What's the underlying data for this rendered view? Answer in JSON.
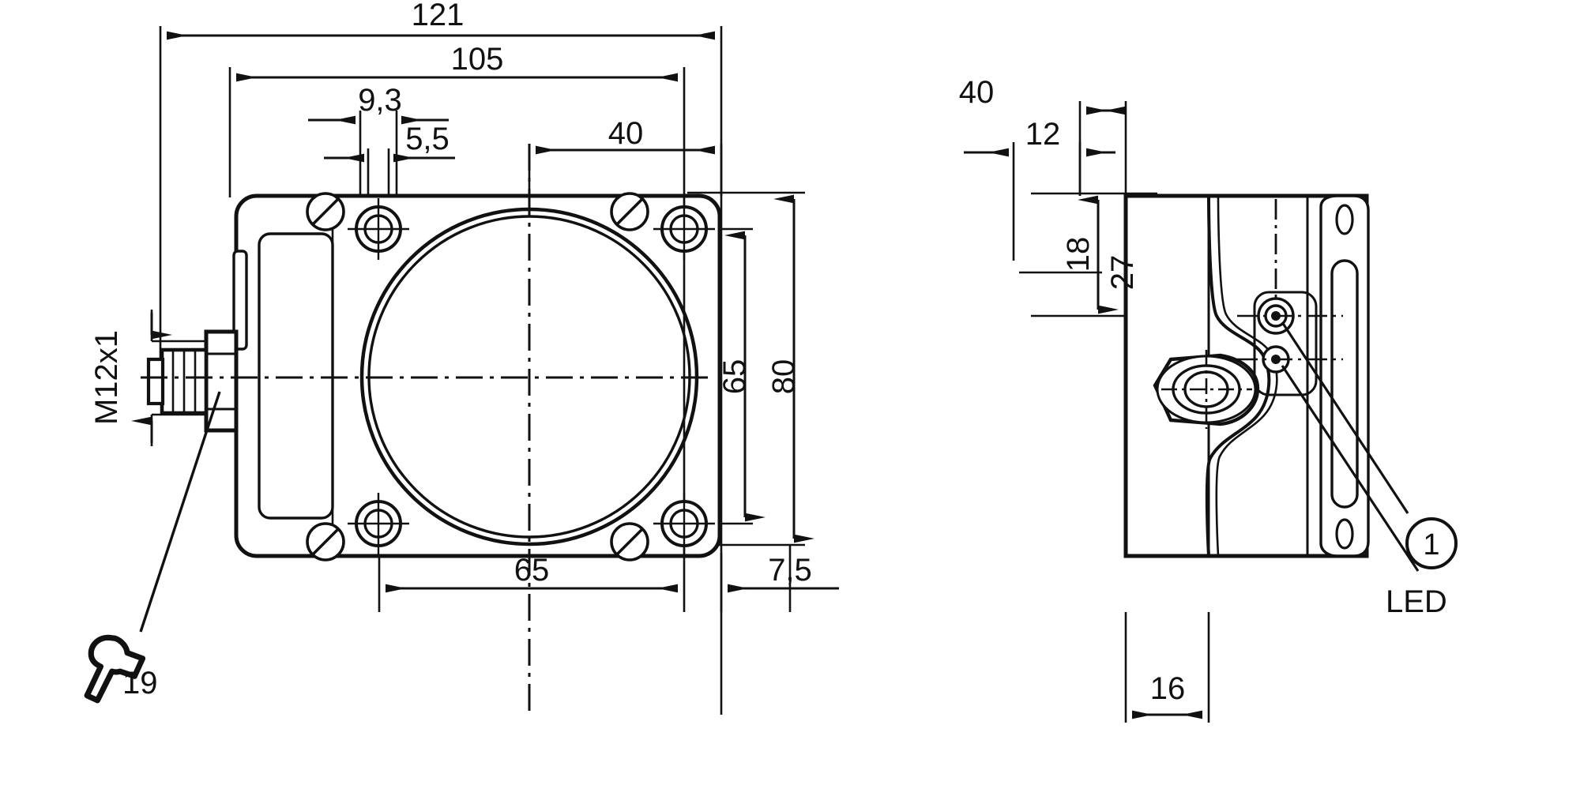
{
  "drawing": {
    "title": "Inductive sensor dimensional drawing",
    "units": "mm",
    "line_color": "#111111",
    "background": "#ffffff",
    "views": [
      {
        "name": "front-view",
        "label": ""
      },
      {
        "name": "side-view",
        "label": ""
      }
    ]
  },
  "front_view": {
    "dimensions": {
      "overall_length": "121",
      "body_length": "105",
      "hole_slot_width": "9,3",
      "hole_dia": "5,5",
      "center_to_hole_right": "40",
      "hole_pitch_vertical": "65",
      "body_height": "80",
      "hole_pitch_horizontal": "65",
      "edge_offset": "7,5",
      "thread": "M12x1"
    },
    "notes": {
      "wrench_icon": "wrench-icon",
      "wrench_size": "19"
    }
  },
  "side_view": {
    "dimensions": {
      "body_width": "40",
      "led_offset": "12",
      "led_upper": "18",
      "led_span": "27",
      "flange_width": "16"
    },
    "callouts": [
      {
        "balloon": "1",
        "label": "LED"
      }
    ]
  }
}
